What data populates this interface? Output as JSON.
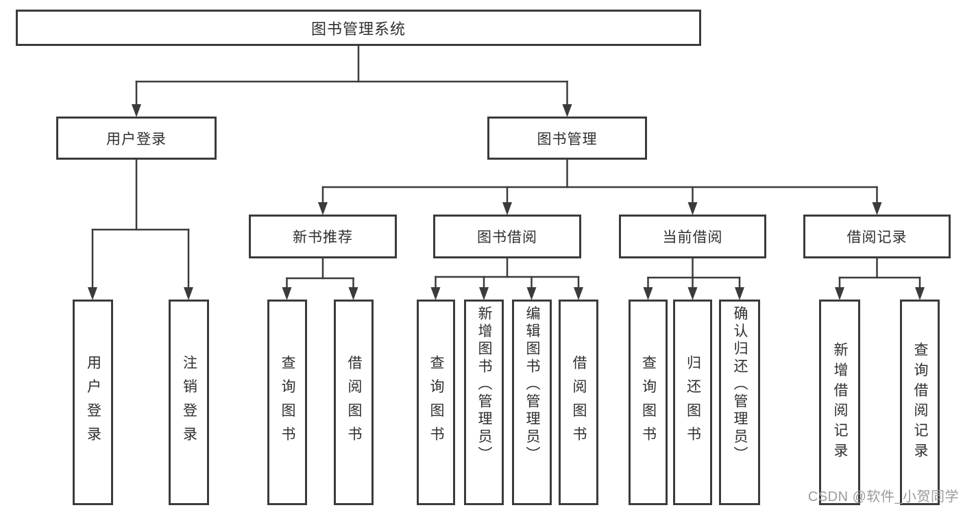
{
  "diagram": {
    "type": "hierarchy-tree",
    "title": "图书管理系统",
    "colors": {
      "line": "#3b3b3b",
      "border": "#3b3b3b",
      "text": "#2f2f2f",
      "background": "#ffffff",
      "watermark_text_color": "#9b9b9b"
    },
    "tree": {
      "label": "图书管理系统",
      "children": [
        {
          "label": "用户登录",
          "children": [
            {
              "label": "用户登录"
            },
            {
              "label": "注销登录"
            }
          ]
        },
        {
          "label": "图书管理",
          "children": [
            {
              "label": "新书推荐",
              "children": [
                {
                  "label": "查询图书"
                },
                {
                  "label": "借阅图书"
                }
              ]
            },
            {
              "label": "图书借阅",
              "children": [
                {
                  "label": "查询图书"
                },
                {
                  "label": "新增图书（管理员）"
                },
                {
                  "label": "编辑图书（管理员）"
                },
                {
                  "label": "借阅图书"
                }
              ]
            },
            {
              "label": "当前借阅",
              "children": [
                {
                  "label": "查询图书"
                },
                {
                  "label": "归还图书"
                },
                {
                  "label": "确认归还（管理员）"
                }
              ]
            },
            {
              "label": "借阅记录",
              "children": [
                {
                  "label": "新增借阅记录"
                },
                {
                  "label": "查询借阅记录"
                }
              ]
            }
          ]
        }
      ]
    }
  },
  "watermark": {
    "text": "CSDN @软件_小贺同学"
  }
}
